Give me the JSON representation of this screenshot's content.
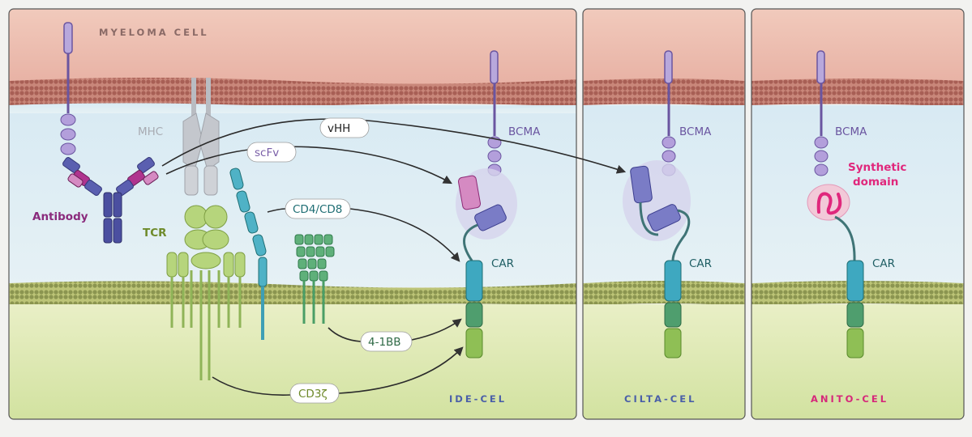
{
  "header": {
    "cell_label": "MYELOMA CELL"
  },
  "labels": {
    "mhc": "MHC",
    "vhh": "vHH",
    "scfv": "scFv",
    "cd4_cd8": "CD4/CD8",
    "antibody": "Antibody",
    "tcr": "TCR",
    "four_1bb": "4-1BB",
    "cd3z": "CD3ζ",
    "bcma_1": "BCMA",
    "car_1": "CAR",
    "bcma_2": "BCMA",
    "car_2": "CAR",
    "bcma_3": "BCMA",
    "car_3": "CAR",
    "synthetic_line1": "Synthetic",
    "synthetic_line2": "domain"
  },
  "panels": [
    {
      "caption": "IDE-CEL",
      "color": "#4a5fa8"
    },
    {
      "caption": "CILTA-CEL",
      "color": "#4a5fa8"
    },
    {
      "caption": "ANITO-CEL",
      "color": "#d6287a"
    }
  ],
  "colors": {
    "myeloma_cell": "#eec3b4",
    "membrane": "#b76e62",
    "cytoplasm_t_cell": "#dfe8b8",
    "extracellular": "#dcecf3",
    "bcma": "#8a6fc0",
    "car_transmembrane": "#3ea8c0",
    "car_costim": "#4f9e6e",
    "car_cd3z": "#8fbf55",
    "antibody": "#4b4fa0",
    "antibody_accent": "#b0348f",
    "tcr": "#a6cc6c",
    "synthetic_domain": "#e0277c",
    "label_purple": "#7a5fa8",
    "label_teal": "#1f6e74",
    "label_green": "#6e8a2a"
  }
}
